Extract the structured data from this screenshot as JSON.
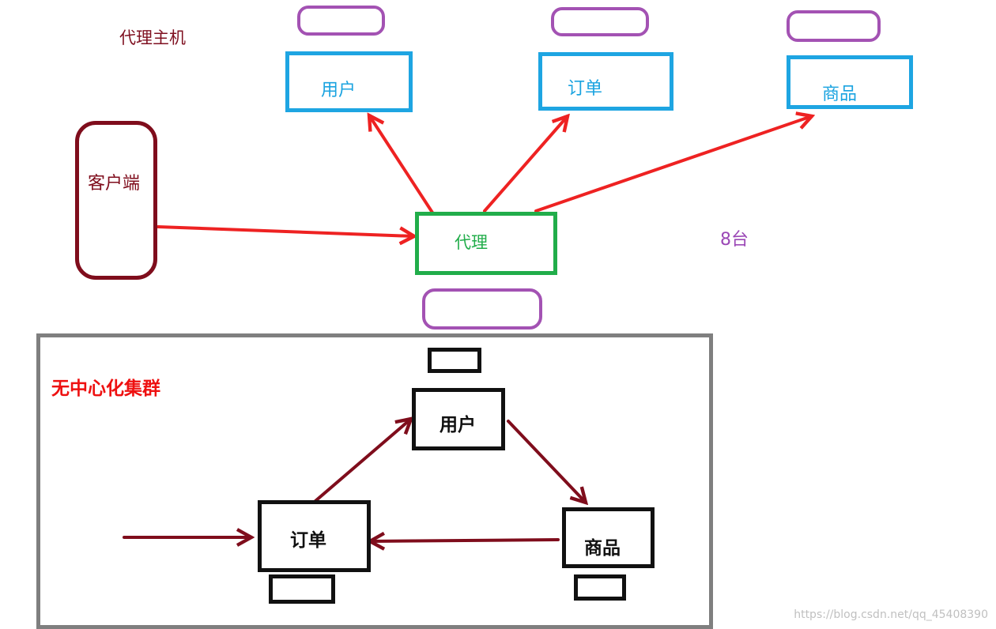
{
  "proxy_host_label": "代理主机",
  "top_services": {
    "user": "用户",
    "order": "订单",
    "product": "商品"
  },
  "client": "客户端",
  "proxy": "代理",
  "machine_count": "8台",
  "cluster": {
    "title": "无中心化集群",
    "user": "用户",
    "order": "订单",
    "product": "商品"
  },
  "watermark": "https://blog.csdn.net/qq_45408390",
  "colors": {
    "arrow_red": "#ee2222",
    "arrow_maroon": "#7f0d1c",
    "service_blue": "#1ea5e2",
    "proxy_green": "#21ad4a",
    "pill_purple": "#a352b3",
    "frame_gray": "#7f7f7f"
  }
}
